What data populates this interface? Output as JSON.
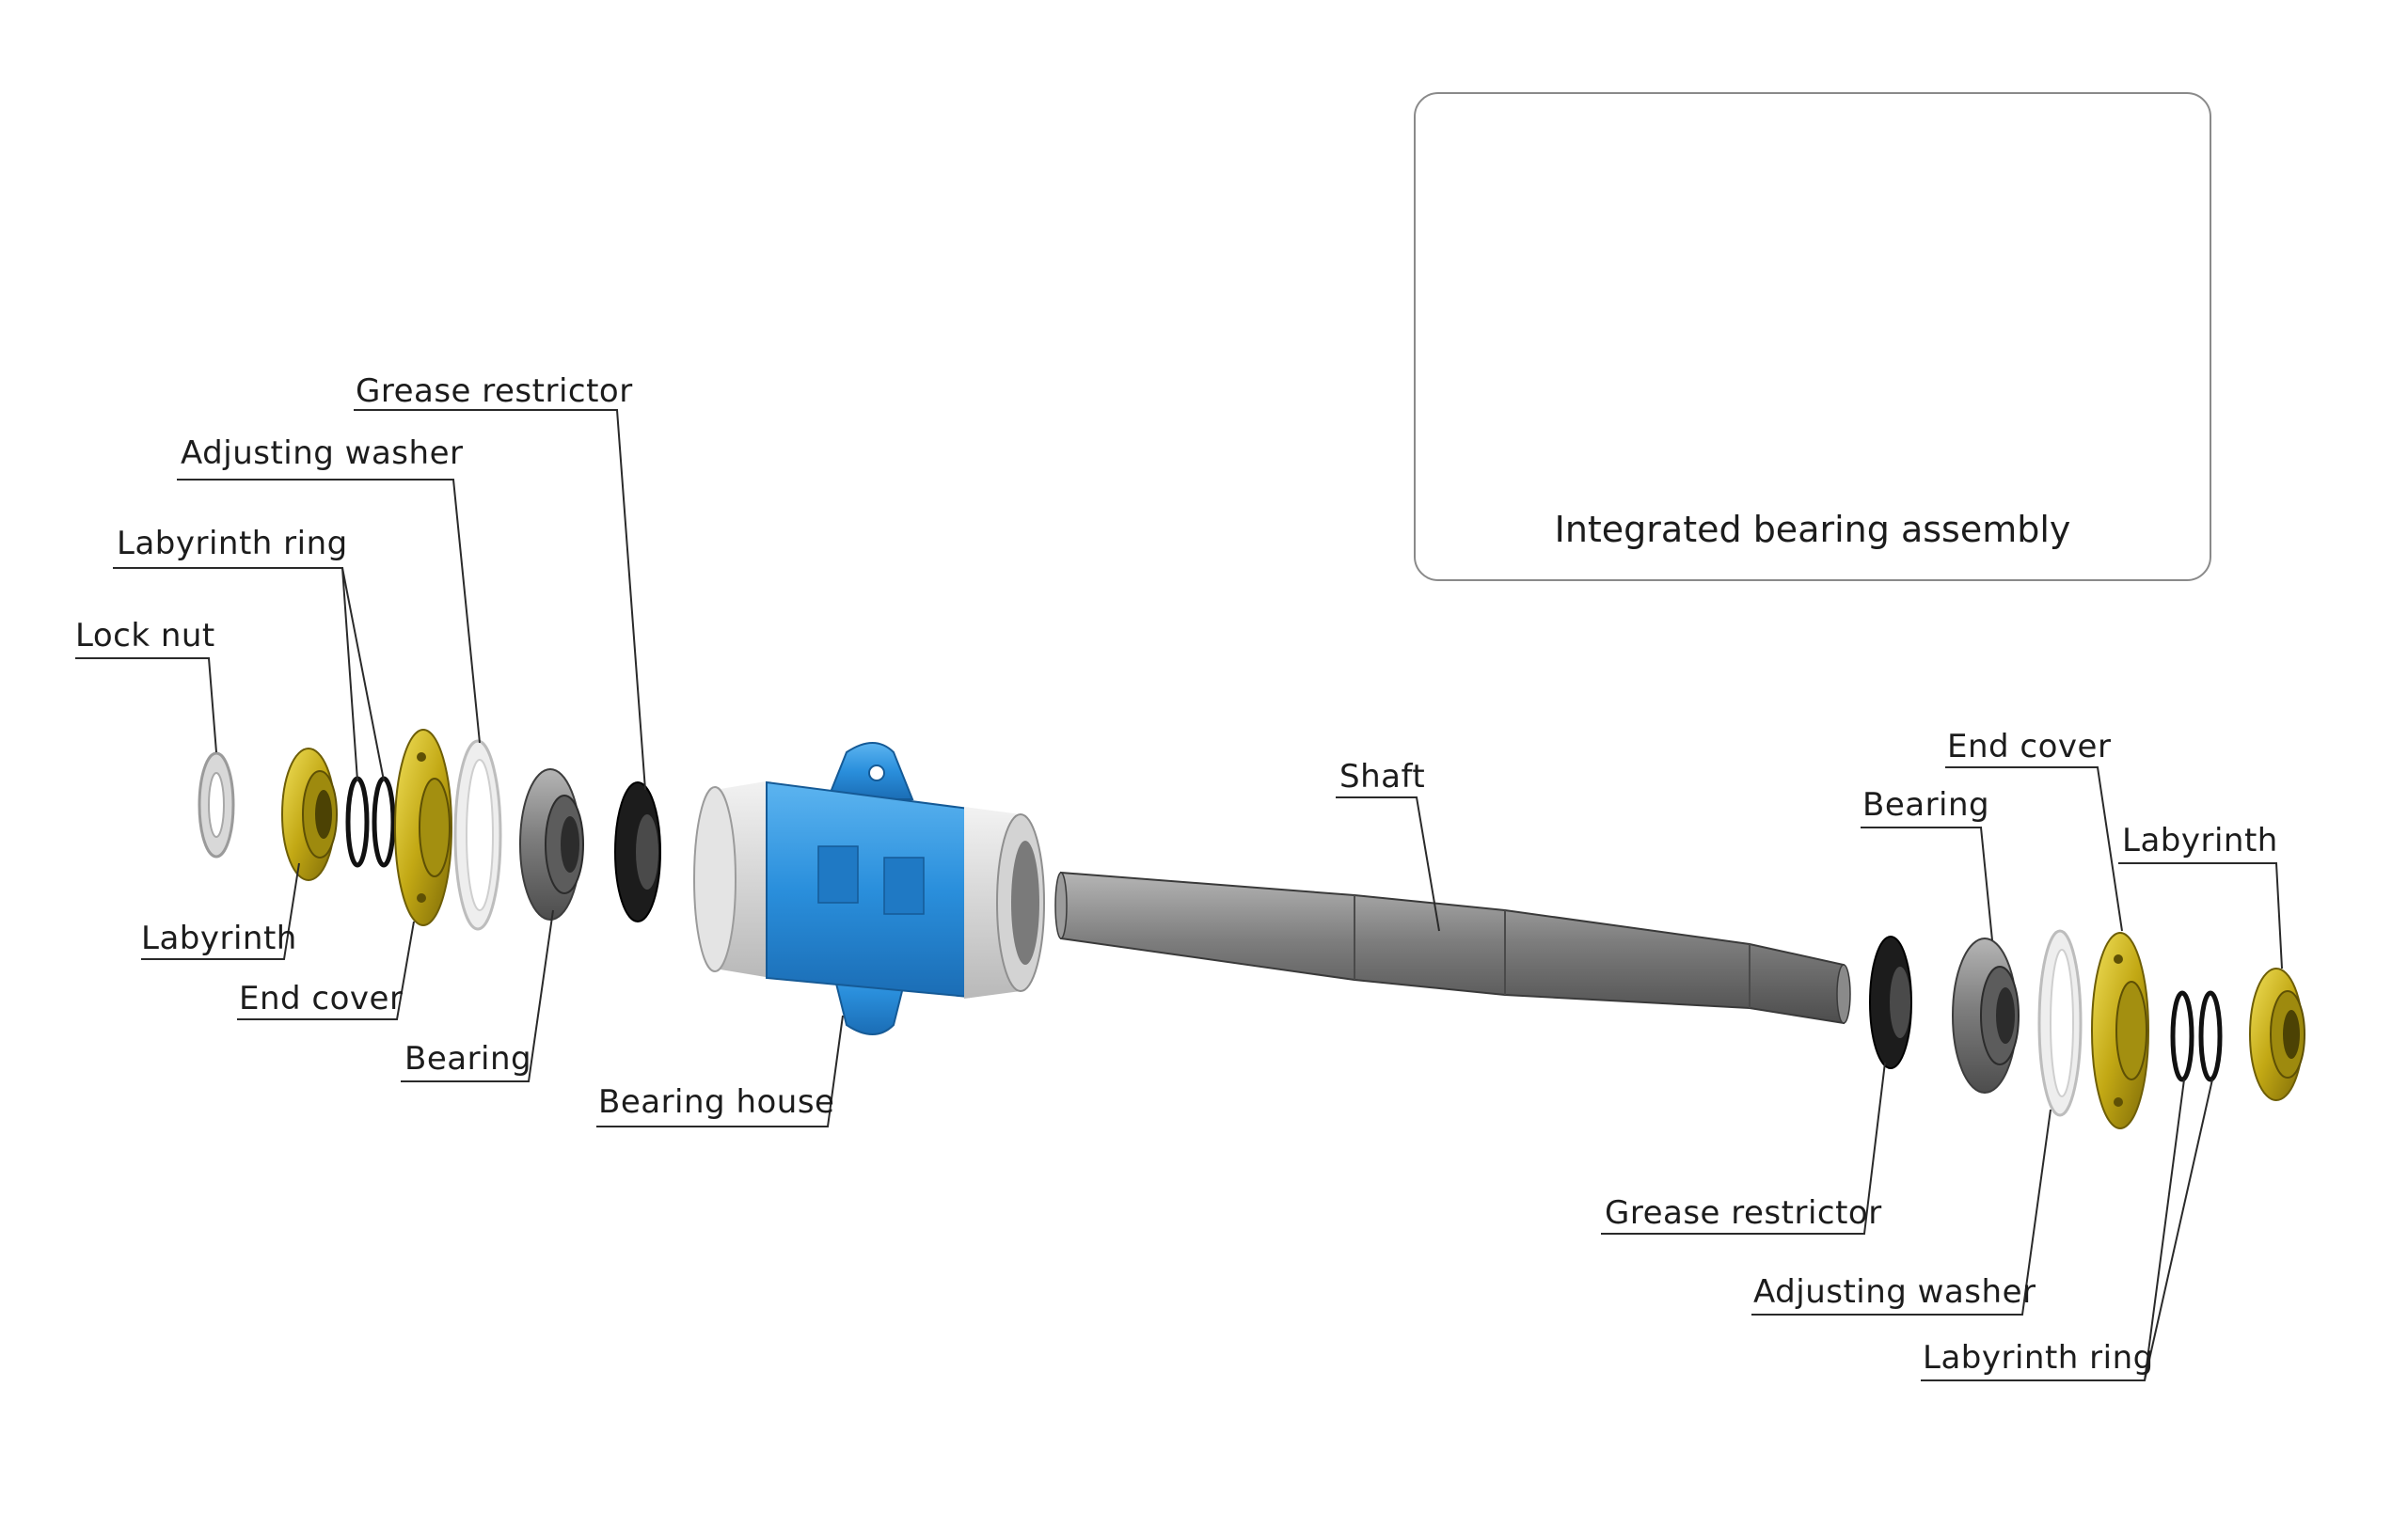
{
  "labels": {
    "grease_restrictor_left": "Grease restrictor",
    "adjusting_washer_left": "Adjusting washer",
    "labyrinth_ring_left": "Labyrinth ring",
    "lock_nut": "Lock nut",
    "labyrinth_left": "Labyrinth",
    "end_cover_left": "End cover",
    "bearing_left": "Bearing",
    "bearing_house": "Bearing house",
    "shaft": "Shaft",
    "end_cover_right": "End cover",
    "bearing_right": "Bearing",
    "labyrinth_right": "Labyrinth",
    "grease_restrictor_right": "Grease restrictor",
    "adjusting_washer_right": "Adjusting washer",
    "labyrinth_ring_right": "Labyrinth ring"
  },
  "inset": {
    "caption": "Integrated bearing assembly"
  },
  "colors": {
    "housing_blue": "#2f95df",
    "brass": "#c9b21a",
    "steel": "#8c8c8c",
    "rubber": "#1e1e1e",
    "washer": "#e6e6e6",
    "leader_line": "#2a2a2a"
  }
}
